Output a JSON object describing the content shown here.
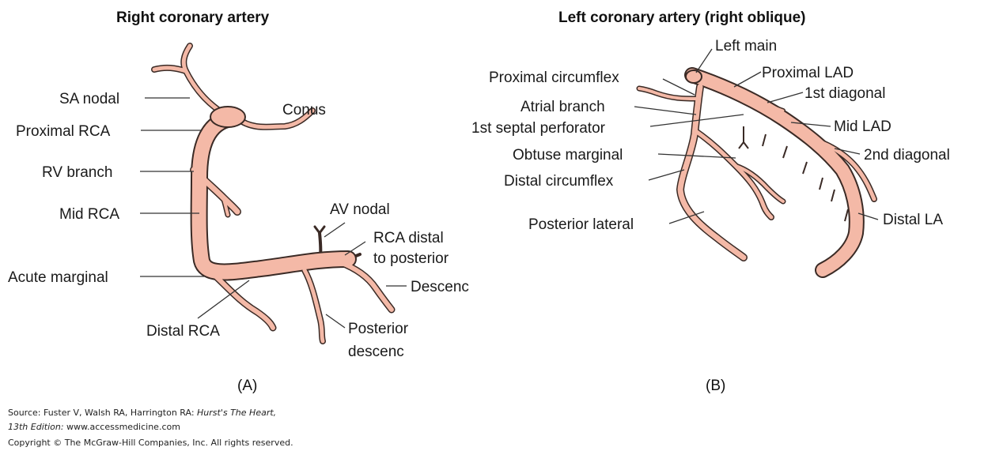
{
  "panel_a": {
    "title": "Right coronary artery",
    "tag": "(A)",
    "labels": {
      "sa_nodal": "SA nodal",
      "conus": "Conus",
      "proximal_rca": "Proximal RCA",
      "rv_branch": "RV branch",
      "mid_rca": "Mid RCA",
      "av_nodal": "AV nodal",
      "rca_distal_1": "RCA distal",
      "rca_distal_2": "to posterior",
      "acute_marginal": "Acute marginal",
      "descenc": "Descenc",
      "distal_rca": "Distal RCA",
      "posterior_1": "Posterior",
      "posterior_2": "descenc"
    }
  },
  "panel_b": {
    "title": "Left coronary artery (right oblique)",
    "tag": "(B)",
    "labels": {
      "left_main": "Left main",
      "proximal_circumflex": "Proximal circumflex",
      "proximal_lad": "Proximal LAD",
      "atrial_branch": "Atrial branch",
      "first_diagonal": "1st diagonal",
      "first_septal": "1st septal perforator",
      "mid_lad": "Mid LAD",
      "obtuse_marginal": "Obtuse marginal",
      "second_diagonal": "2nd diagonal",
      "distal_circumflex": "Distal circumflex",
      "posterior_lateral": "Posterior lateral",
      "distal_la": "Distal LA"
    }
  },
  "source": {
    "line1_prefix": "Source: Fuster V, Walsh RA, Harrington RA: ",
    "line1_italic": "Hurst's The Heart,",
    "line2_italic": "13th Edition:",
    "line2_rest": " www.accessmedicine.com",
    "line3": "Copyright © The McGraw-Hill Companies, Inc. All rights reserved."
  },
  "colors": {
    "artery_fill": "#f4b9a7",
    "artery_outline": "#3a2a25",
    "leader": "#333333"
  }
}
